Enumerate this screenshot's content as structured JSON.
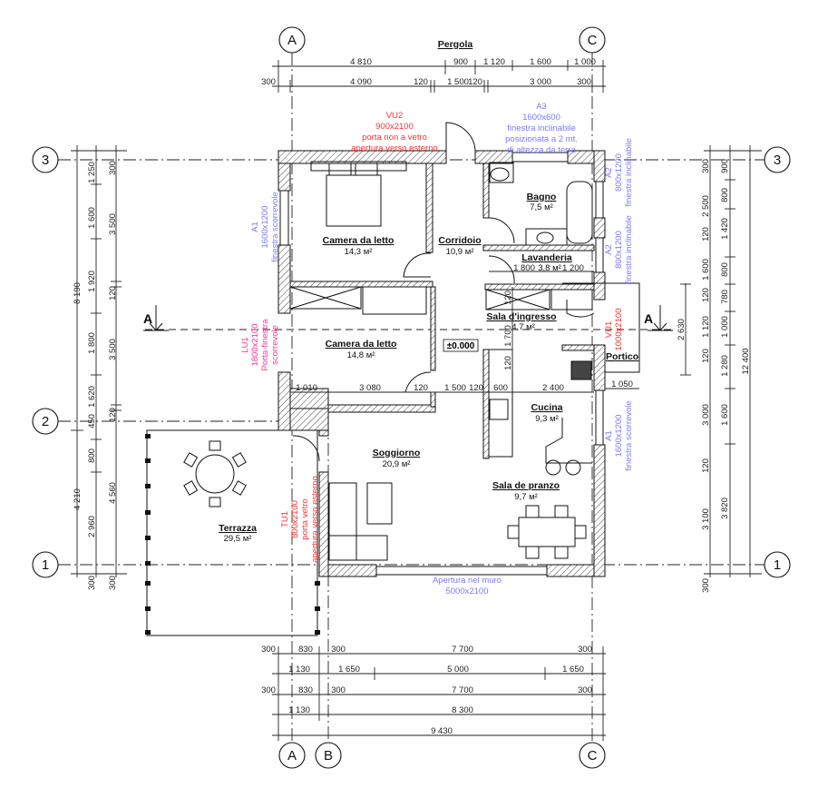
{
  "title": "Pergola",
  "grid": {
    "cols": [
      "A",
      "B",
      "C"
    ],
    "rows": [
      "1",
      "2",
      "3"
    ]
  },
  "section": "A",
  "level": "±0.000",
  "rooms": [
    {
      "name": "Camera da letto",
      "area": "14,3 м²"
    },
    {
      "name": "Corridoio",
      "area": "10,9 м²"
    },
    {
      "name": "Bagno",
      "area": "7,5 м²"
    },
    {
      "name": "Lavanderia",
      "area": "3,8 м²"
    },
    {
      "name": "Sala d'ingresso",
      "area": "4,7 м²"
    },
    {
      "name": "Camera da letto",
      "area": "14,8 м²"
    },
    {
      "name": "Cucina",
      "area": "9,3 м²"
    },
    {
      "name": "Soggiorno",
      "area": "20,9 м²"
    },
    {
      "name": "Sala de pranzo",
      "area": "9,7 м²"
    },
    {
      "name": "Terrazza",
      "area": "29,5 м²"
    },
    {
      "name": "Portico",
      "area": ""
    }
  ],
  "openings": {
    "vu2": [
      "VU2",
      "900x2100",
      "porta non a vetro",
      "apertura verso esterno"
    ],
    "a3": [
      "A3",
      "1600x600",
      "finestra inclinabile",
      "posizionata a 2 mt.",
      "di altezza da terra"
    ],
    "a1_left": [
      "A1",
      "1600x1200",
      "finestra scorrevole"
    ],
    "lu1": [
      "LU1",
      "1800x2100",
      "Porta-finestra",
      "scorrevole"
    ],
    "a2_top": [
      "A2",
      "800x1200",
      "finestra inclinabile"
    ],
    "a2_mid": [
      "A2",
      "800x1200",
      "finestra inclinabile"
    ],
    "vu1": [
      "VU1",
      "1000x2100"
    ],
    "a1_right": [
      "A1",
      "1600x1200",
      "finestra scorrevole"
    ],
    "tu1": [
      "TU1",
      "800x2100",
      "porta vetro",
      "apertura verso esterno"
    ],
    "apertura": [
      "Apertura nel muro",
      "5000x2100"
    ]
  },
  "dims": {
    "top1": [
      "4 810",
      "900",
      "1 120",
      "1 600",
      "1 000"
    ],
    "top2": [
      "300",
      "4 090",
      "120",
      "1 500",
      "120",
      "3 000",
      "300"
    ],
    "bot1": [
      "300",
      "830",
      "300",
      "7 700",
      "300"
    ],
    "bot2": [
      "1 130",
      "1 650",
      "5 000",
      "1 650"
    ],
    "bot3": [
      "300",
      "830",
      "300",
      "7 700",
      "300"
    ],
    "bot4": [
      "1 130",
      "8 300"
    ],
    "bot5": [
      "9 430"
    ],
    "left1": [
      "8 190",
      "4 210"
    ],
    "left2": [
      "1 250",
      "1 600",
      "1 920",
      "1 800",
      "1 620",
      "450",
      "800",
      "2 960",
      "300"
    ],
    "left3": [
      "300",
      "3 500",
      "120",
      "3 500",
      "120",
      "4 560",
      "300"
    ],
    "right1": [
      "300",
      "2 500",
      "120",
      "1 600",
      "120",
      "1 120",
      "120",
      "3 000",
      "120",
      "3 100",
      "300"
    ],
    "right2": [
      "900",
      "800",
      "1 420",
      "800",
      "780",
      "1 000",
      "1 280",
      "1 600",
      "3 820"
    ],
    "right3": [
      "12 400"
    ],
    "portico": [
      "2 630",
      "1 050"
    ],
    "interior": [
      "1 010",
      "3 080",
      "120",
      "1 500",
      "120",
      "600",
      "2 400"
    ],
    "lav": [
      "1 800",
      "1 200"
    ],
    "corr": [
      "120",
      "1 700",
      "120"
    ]
  }
}
